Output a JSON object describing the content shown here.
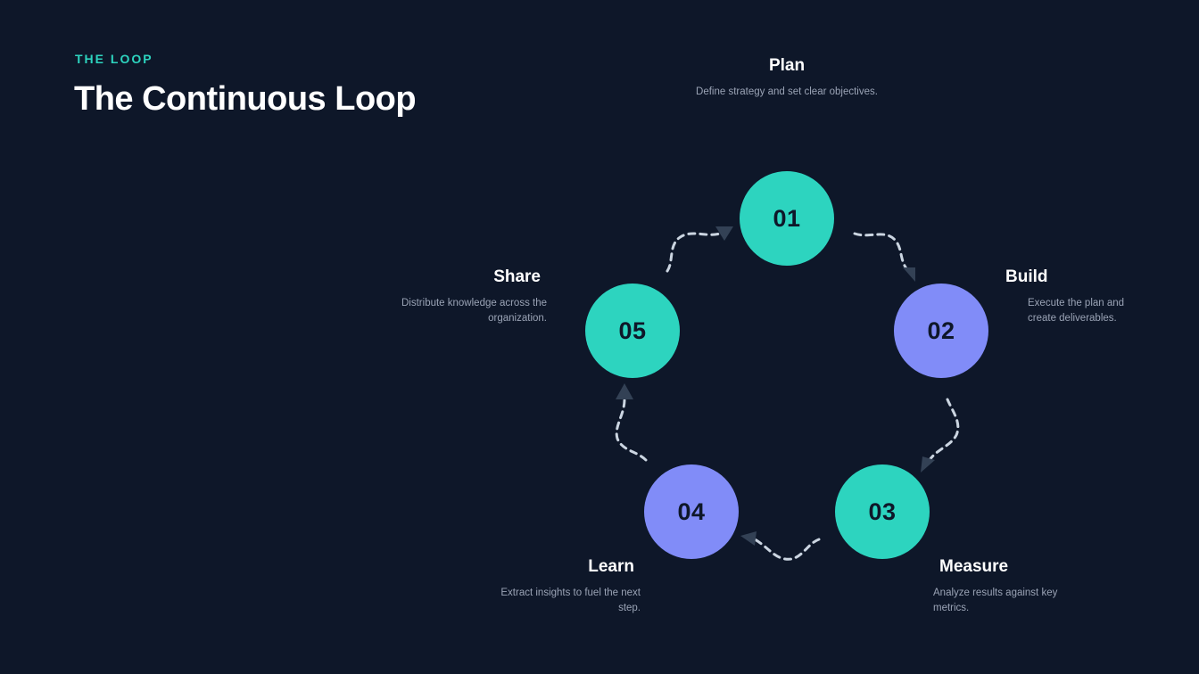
{
  "header": {
    "eyebrow": "THE LOOP",
    "title": "The Continuous Loop"
  },
  "steps": [
    {
      "number": "01",
      "title": "Plan",
      "description": "Define strategy and set clear objectives.",
      "color": "#2dd4bf"
    },
    {
      "number": "02",
      "title": "Build",
      "description": "Execute the plan and create deliverables.",
      "color": "#818cf8"
    },
    {
      "number": "03",
      "title": "Measure",
      "description": "Analyze results against key metrics.",
      "color": "#2dd4bf"
    },
    {
      "number": "04",
      "title": "Learn",
      "description": "Extract insights to fuel the next step.",
      "color": "#818cf8"
    },
    {
      "number": "05",
      "title": "Share",
      "description": "Distribute knowledge across the organization.",
      "color": "#2dd4bf"
    }
  ],
  "colors": {
    "background": "#0e1729",
    "accent": "#2dd4bf",
    "secondary": "#818cf8",
    "connector": "#cbd5e1",
    "arrowhead": "#334155"
  }
}
